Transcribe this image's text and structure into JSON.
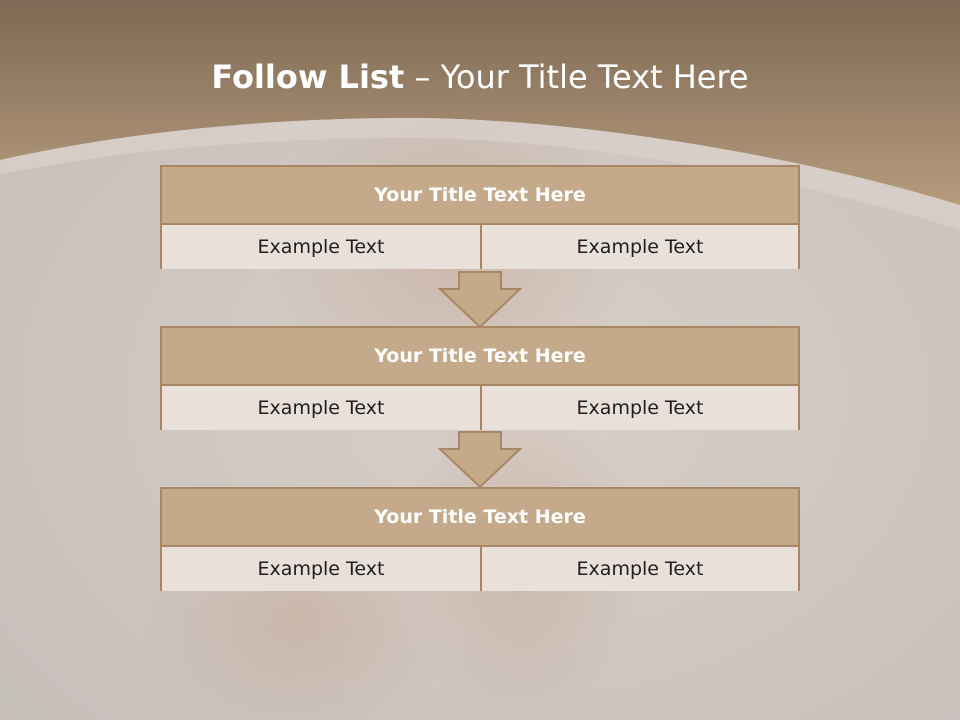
{
  "slide": {
    "title_bold": "Follow List",
    "title_rest": "– Your Title Text Here"
  },
  "steps": [
    {
      "title": "Your Title Text Here",
      "left": "Example Text",
      "right": "Example Text"
    },
    {
      "title": "Your Title Text Here",
      "left": "Example Text",
      "right": "Example Text"
    },
    {
      "title": "Your Title Text Here",
      "left": "Example Text",
      "right": "Example Text"
    }
  ],
  "colors": {
    "header_band": "#a6876a",
    "box_header": "#c4a98b",
    "box_cell": "#e9e0da",
    "border": "#a88764"
  }
}
